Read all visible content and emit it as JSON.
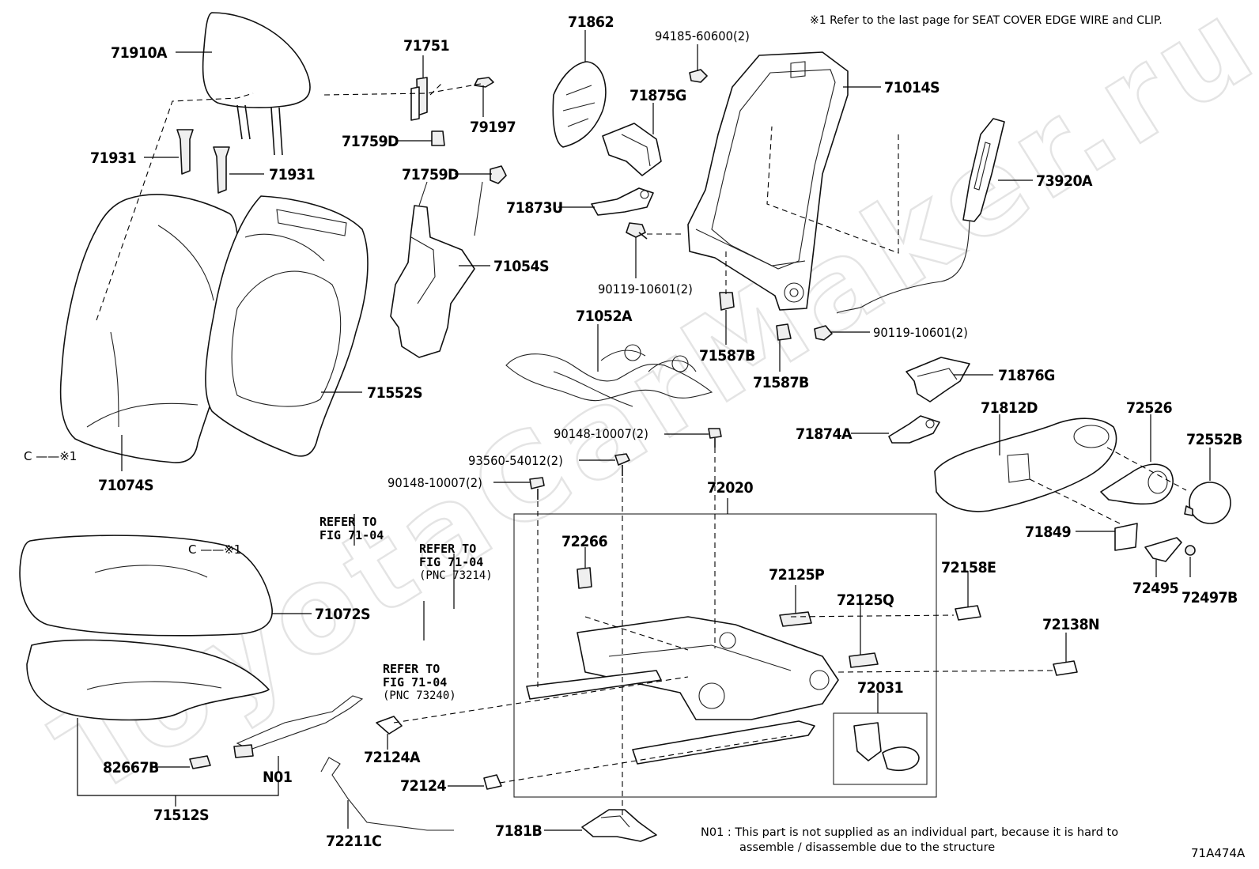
{
  "watermark": "ToyotaCarMaker.ru",
  "header_note": "※1 Refer to the last page for SEAT COVER EDGE WIRE and CLIP.",
  "footer_note": {
    "line1": "N01 : This part is not supplied as an individual part, because it is hard to",
    "line2": "assemble / disassemble due to the structure"
  },
  "sheet_id": "71A474A",
  "edge_wire_symbol": "C ——※1",
  "parts": [
    {
      "id": "71910A",
      "label": "71910A"
    },
    {
      "id": "71931a",
      "label": "71931"
    },
    {
      "id": "71931b",
      "label": "71931"
    },
    {
      "id": "71074S",
      "label": "71074S"
    },
    {
      "id": "71552S",
      "label": "71552S"
    },
    {
      "id": "71751",
      "label": "71751"
    },
    {
      "id": "79197",
      "label": "79197"
    },
    {
      "id": "71759Da",
      "label": "71759D"
    },
    {
      "id": "71759Db",
      "label": "71759D"
    },
    {
      "id": "71054S",
      "label": "71054S"
    },
    {
      "id": "71862",
      "label": "71862"
    },
    {
      "id": "71875G",
      "label": "71875G"
    },
    {
      "id": "71873U",
      "label": "71873U"
    },
    {
      "id": "94185",
      "label": "94185-60600(2)"
    },
    {
      "id": "71014S",
      "label": "71014S"
    },
    {
      "id": "73920A",
      "label": "73920A"
    },
    {
      "id": "90119a",
      "label": "90119-10601(2)"
    },
    {
      "id": "90119b",
      "label": "90119-10601(2)"
    },
    {
      "id": "71052A",
      "label": "71052A"
    },
    {
      "id": "71587Ba",
      "label": "71587B"
    },
    {
      "id": "71587Bb",
      "label": "71587B"
    },
    {
      "id": "71876G",
      "label": "71876G"
    },
    {
      "id": "71874A",
      "label": "71874A"
    },
    {
      "id": "71812D",
      "label": "71812D"
    },
    {
      "id": "72526",
      "label": "72526"
    },
    {
      "id": "72552B",
      "label": "72552B"
    },
    {
      "id": "71849",
      "label": "71849"
    },
    {
      "id": "72495",
      "label": "72495"
    },
    {
      "id": "72497B",
      "label": "72497B"
    },
    {
      "id": "90148a",
      "label": "90148-10007(2)"
    },
    {
      "id": "90148b",
      "label": "90148-10007(2)"
    },
    {
      "id": "93560",
      "label": "93560-54012(2)"
    },
    {
      "id": "72020",
      "label": "72020"
    },
    {
      "id": "72266",
      "label": "72266"
    },
    {
      "id": "72125P",
      "label": "72125P"
    },
    {
      "id": "72125Q",
      "label": "72125Q"
    },
    {
      "id": "72158E",
      "label": "72158E"
    },
    {
      "id": "72138N",
      "label": "72138N"
    },
    {
      "id": "72031",
      "label": "72031"
    },
    {
      "id": "72124A",
      "label": "72124A"
    },
    {
      "id": "72124",
      "label": "72124"
    },
    {
      "id": "7181B",
      "label": "7181B"
    },
    {
      "id": "72211C",
      "label": "72211C"
    },
    {
      "id": "71072S",
      "label": "71072S"
    },
    {
      "id": "82667B",
      "label": "82667B"
    },
    {
      "id": "N01",
      "label": "N01"
    },
    {
      "id": "71512S",
      "label": "71512S"
    }
  ],
  "references": [
    {
      "id": "ref1",
      "line1": "REFER TO",
      "line2": "FIG 71-04",
      "line3": ""
    },
    {
      "id": "ref2",
      "line1": "REFER TO",
      "line2": "FIG 71-04",
      "line3": "(PNC 73214)"
    },
    {
      "id": "ref3",
      "line1": "REFER TO",
      "line2": "FIG 71-04",
      "line3": "(PNC 73240)"
    }
  ]
}
